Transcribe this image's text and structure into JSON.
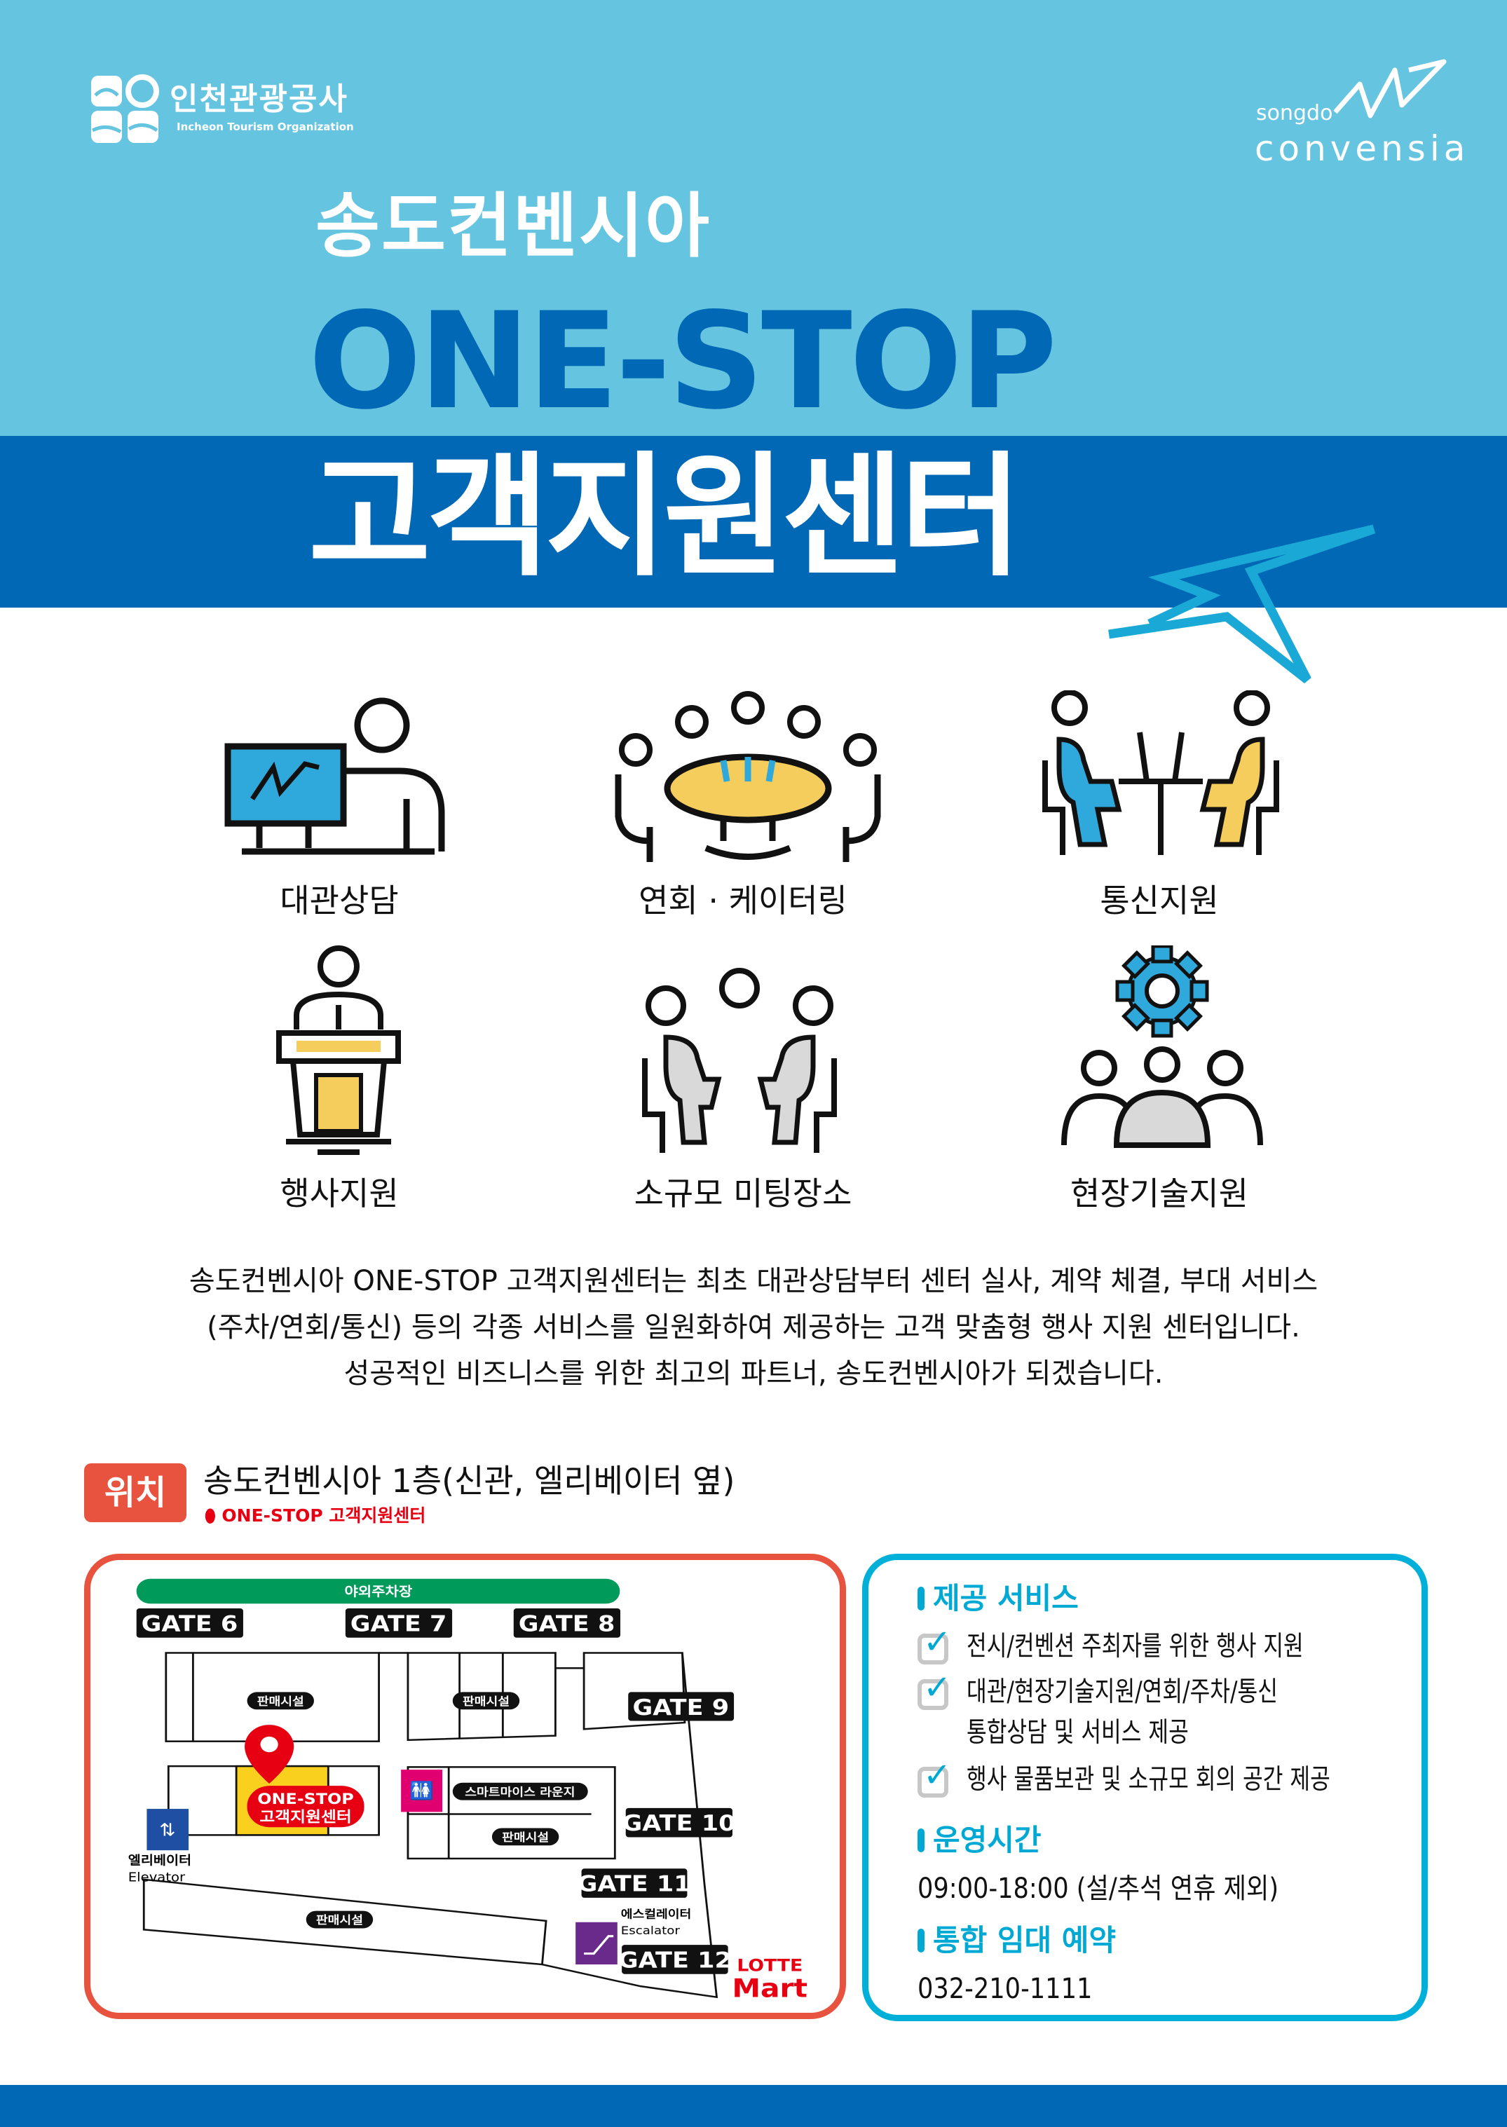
{
  "header": {
    "org_logo": {
      "ko": "인천관광공사",
      "en": "Incheon Tourism Organization"
    },
    "partner_logo": {
      "top": "songdo",
      "bottom": "CONVENSIA"
    },
    "subtitle": "송도컨벤시아",
    "title_line1": "ONE-STOP",
    "title_line2": "고객지원센터"
  },
  "colors": {
    "light_blue": "#65c5e1",
    "dark_blue": "#0068b5",
    "red": "#e8533f",
    "cyan": "#00b0d8",
    "yellow": "#f5cd5c",
    "gray": "#d9d9d9"
  },
  "services": [
    {
      "label": "대관상담",
      "icon": "consultation-computer-icon"
    },
    {
      "label": "연회 · 케이터링",
      "icon": "banquet-table-icon"
    },
    {
      "label": "통신지원",
      "icon": "telecom-laptop-icon"
    },
    {
      "label": "행사지원",
      "icon": "podium-speaker-icon"
    },
    {
      "label": "소규모 미팅장소",
      "icon": "small-meeting-icon"
    },
    {
      "label": "현장기술지원",
      "icon": "gear-people-icon"
    }
  ],
  "description": [
    "송도컨벤시아 ONE-STOP 고객지원센터는 최초 대관상담부터 센터 실사, 계약 체결, 부대 서비스",
    "(주차/연회/통신) 등의 각종 서비스를 일원화하여 제공하는 고객 맞춤형 행사 지원 센터입니다.",
    "성공적인 비즈니스를 위한 최고의 파트너, 송도컨벤시아가 되겠습니다."
  ],
  "location": {
    "badge": "위치",
    "title": "송도컨벤시아 1층(신관, 엘리베이터 옆)",
    "marker_label": "ONE-STOP 고객지원센터"
  },
  "map": {
    "parking": "야외주차장",
    "gates": [
      "GATE 6",
      "GATE 7",
      "GATE 8",
      "GATE 9",
      "GATE 10",
      "GATE 11",
      "GATE 12"
    ],
    "shop": "판매시설",
    "lounge": "스마트마이스 라운지",
    "center_line1": "ONE-STOP",
    "center_line2": "고객지원센터",
    "elevator_ko": "엘리베이터",
    "elevator_en": "Elevator",
    "escalator_ko": "에스컬레이터",
    "escalator_en": "Escalator",
    "mart_top": "LOTTE",
    "mart_bottom": "Mart"
  },
  "info": {
    "services_heading": "제공 서비스",
    "services": [
      "전시/컨벤션 주최자를 위한 행사 지원",
      "대관/현장기술지원/연회/주차/통신",
      "통합상담 및 서비스 제공",
      "행사 물품보관 및 소규모 회의 공간 제공"
    ],
    "hours_heading": "운영시간",
    "hours": "09:00-18:00 (설/추석 연휴 제외)",
    "booking_heading": "통합 임대 예약",
    "phone": "032-210-1111"
  }
}
